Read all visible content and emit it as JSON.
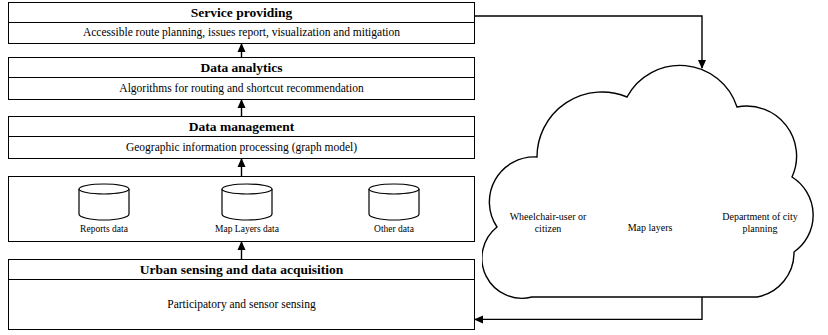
{
  "diagram": {
    "nodes": [
      {
        "text": [
          "Service providing",
          "Accessible route planning, issues report, visualization and mitigation"
        ]
      },
      {
        "text": [
          "Data analytics",
          "Algorithms for routing and shortcut recommendation"
        ]
      },
      {
        "text": [
          "Data management",
          "Geographic information processing (graph model)"
        ]
      },
      {
        "text": []
      },
      {
        "text": [
          "Reports data"
        ],
        "in": 3
      },
      {
        "text": [
          "Map Layers data"
        ],
        "in": 3
      },
      {
        "text": [
          "Other data"
        ],
        "in": 3
      },
      {
        "text": [
          "Urban sensing and data acquisition",
          "Participatory and sensor sensing"
        ]
      },
      {
        "text": []
      }
    ],
    "edges": [
      {
        "from": 7,
        "to": 3,
        "arrow": "to"
      },
      {
        "from": 3,
        "to": 2,
        "arrow": "to"
      },
      {
        "from": 2,
        "to": 1,
        "arrow": "to"
      },
      {
        "from": 1,
        "to": 0,
        "arrow": "to"
      },
      {
        "from": 0,
        "to": 8,
        "arrow": "to"
      },
      {
        "from": 8,
        "to": 7,
        "arrow": "to"
      }
    ],
    "labels": [
      "Wheelchair-user or citizen",
      "Map layers",
      "Department of city planning"
    ]
  }
}
